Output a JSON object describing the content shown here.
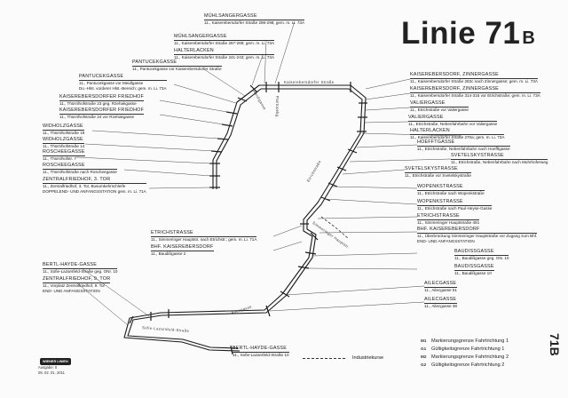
{
  "title": {
    "line": "Linie 71",
    "variant": "B"
  },
  "route_code": "71B",
  "labels": [
    {
      "id": "muehlsanger-1",
      "name": "MÜHLSANGERGASSE",
      "desc": [
        "11., Kaiserebersdorfer Straße 298-298; gem. m. Li. 73A"
      ]
    },
    {
      "id": "muehlsanger-2",
      "name": "MÜHLSANGERGASSE",
      "desc": [
        "11., Kaiserebersdorfer Straße 267-269; gem. m. Li. 73A"
      ]
    },
    {
      "id": "halterlacken-top",
      "name": "HALTERLACKEN",
      "desc": [
        "11., Kaiserebersdorfer Straße 241-243; gem. m. Li. 73A"
      ]
    },
    {
      "id": "pantucek-1",
      "name": "PANTUCEKGASSE",
      "desc": [
        "11., Pantucekgasse vor Kaiserebersdorfer Straße"
      ]
    },
    {
      "id": "pantucek-2",
      "name": "PANTUCEKGASSE",
      "desc": [
        "11., Pantucekgasse vor Meidlgasse",
        "Do.-Hlst. vorderer Hlst.-Bereich; gem. m. Li. 73A"
      ]
    },
    {
      "id": "kzf-1",
      "name": "KAISEREBERSDORFER FRIEDHOF",
      "desc": [
        "11., Thürnlhofstraße 23 geg. Rzehakgasse"
      ]
    },
    {
      "id": "kzf-2",
      "name": "KAISEREBERSDORFER FRIEDHOF",
      "desc": [
        "11., Thürnlhofstraße 24 vor Rzehakgasse"
      ]
    },
    {
      "id": "widhol-1",
      "name": "WIDHOLZGASSE",
      "desc": [
        "11., Thürnlhofstraße 19"
      ]
    },
    {
      "id": "widhol-2",
      "name": "WIDHOLZGASSE",
      "desc": [
        "11., Thürnlhofstraße 14"
      ]
    },
    {
      "id": "roschee-1",
      "name": "ROSCHEEGASSE",
      "desc": [
        "11., Thürnlhofstr. 7"
      ]
    },
    {
      "id": "roschee-2",
      "name": "ROSCHEEGASSE",
      "desc": [
        "11., Thürnlhofstraße nach Roscheegasse"
      ]
    },
    {
      "id": "zentralfriedhof-3",
      "name": "ZENTRALFRIEDHOF, 3. TOR",
      "desc": [
        "11., Zentralfriedhof, 3. Tor, Busumkehrschleife",
        "DOPPELEND- UND ANFANGSSTATION gem. m. Li. 71A"
      ]
    },
    {
      "id": "kaiserebersdorf-zinner-1",
      "name": "KAISEREBERSDORF, ZINNERGASSE",
      "desc": [
        "11., Kaiserebersdorfer Straße 283c nach Zinnergasse; gem. m. Li. 73A"
      ]
    },
    {
      "id": "kaiserebersdorf-zinner-2",
      "name": "KAISEREBERSDORF, ZINNERGASSE",
      "desc": [
        "11., Kaiserebersdorfer Straße 314-316 vor Etrichstraße; gem. m. Li. 73A"
      ]
    },
    {
      "id": "valier-1",
      "name": "VALIERGASSE",
      "desc": [
        "11., Etrichstraße vor Valiergasse"
      ]
    },
    {
      "id": "valier-2",
      "name": "VALIERGASSE",
      "desc": [
        "11., Etrichstraße, Nebenfahrbahn vor Valiergasse"
      ]
    },
    {
      "id": "halterlacken-right",
      "name": "HALTERLACKEN",
      "desc": [
        "11., Kaiserebersdorfer Straße 270a; gem. m. Li. 73A"
      ]
    },
    {
      "id": "hoefft",
      "name": "HOEFFTGASSE",
      "desc": [
        "11., Etrichstraße, Nebenfahrbahn nach Hoefftgasse"
      ]
    },
    {
      "id": "svetelsky-1",
      "name": "SVETELSKYSTRASSE",
      "desc": [
        "11., Etrichstraße, Nebenfahrbahn nach Muhrhoferweg"
      ]
    },
    {
      "id": "svetelsky-2",
      "name": "SVETELSKYSTRASSE",
      "desc": [
        "11., Etrichstraße vor Svetelskystraße"
      ]
    },
    {
      "id": "wopenk-1",
      "name": "WOPENKSTRASSE",
      "desc": [
        "11., Etrichstraße nach Wopenkstraße"
      ]
    },
    {
      "id": "wopenk-2",
      "name": "WOPENKSTRASSE",
      "desc": [
        "11., Etrichstraße nach Paul-Heyse-Gasse"
      ]
    },
    {
      "id": "etrich-1",
      "name": "ETRICHSTRASSE",
      "desc": [
        "11., Simmeringer Hauptstraße 491"
      ]
    },
    {
      "id": "bhf-kzd-1",
      "name": "BHF. KAISEREBERSDORF",
      "desc": [
        "11., Überbrückung Simmeringer Hauptstraße vor Zugang zum Bhf.",
        "END- UND ANFANGSSTATION"
      ]
    },
    {
      "id": "etrich-2",
      "name": "ETRICHSTRASSE",
      "desc": [
        "11., Simmeringer Hauptstr. nach Etrichstr.; gem. m. Li. 71A"
      ]
    },
    {
      "id": "bhf-kzd-2",
      "name": "BHF. KAISEREBERSDORF",
      "desc": [
        "11., Baudißgasse 2"
      ]
    },
    {
      "id": "baudiss-1",
      "name": "BAUDISSGASSE",
      "desc": [
        "11., Baudißgasse geg. ON. 10"
      ]
    },
    {
      "id": "baudiss-2",
      "name": "BAUDISSGASSE",
      "desc": [
        "11., Baudißgasse 10"
      ]
    },
    {
      "id": "bertl-1",
      "name": "BERTL-HAYDE-GASSE",
      "desc": [
        "11., Sofie-Lazarsfeld-Straße geg. ONr. 10"
      ]
    },
    {
      "id": "zentralfriedhof-9",
      "name": "ZENTRALFRIEDHOF, 9. TOR",
      "desc": [
        "11., Vorplatz Zentralfriedhof, 9. Tor",
        "END- UND ANFANGSSTATION"
      ]
    },
    {
      "id": "ailec-1",
      "name": "AILECGASSE",
      "desc": [
        "11., Ailecgasse 51"
      ]
    },
    {
      "id": "ailec-2",
      "name": "AILECGASSE",
      "desc": [
        "11., Ailecgasse 38"
      ]
    },
    {
      "id": "bertl-2",
      "name": "BERTL-HAYDE-GASSE",
      "desc": [
        "11., Sofie-Lazarsfeld-Straße 10"
      ]
    }
  ],
  "streets": [
    {
      "id": "kaiserebersdorfer",
      "text": "Kaiserebersdorfer Straße"
    },
    {
      "id": "meidlgasse",
      "text": "Meidlgasse"
    },
    {
      "id": "pantucekgasse",
      "text": "Pantucekg."
    },
    {
      "id": "etrichstrasse",
      "text": "Etrichstraße"
    },
    {
      "id": "simmeringer",
      "text": "Simmeringer Hauptstr."
    },
    {
      "id": "sofie",
      "text": "Sofie-Lazarsfeld-Straße"
    },
    {
      "id": "ailecgasse",
      "text": "Ailecgasse"
    }
  ],
  "legend": {
    "items": [
      {
        "icon": "M1",
        "text": "Markierungsgrenze Fahrtrichtung 1"
      },
      {
        "icon": "G1",
        "text": "Gültigkeitsgrenze Fahrtrichtung 1"
      },
      {
        "icon": "M2",
        "text": "Markierungsgrenze Fahrtrichtung 2"
      },
      {
        "icon": "G2",
        "text": "Gültigkeitsgrenze Fahrtrichtung 2"
      }
    ],
    "industrial": "Industriekurse"
  },
  "footer": {
    "logo": "WIENER LINIEN",
    "edition": "Ausgabe: 0",
    "date": "08. 02. 01. 2011"
  },
  "colors": {
    "route": "#1a1a1a",
    "ink": "#222222"
  }
}
